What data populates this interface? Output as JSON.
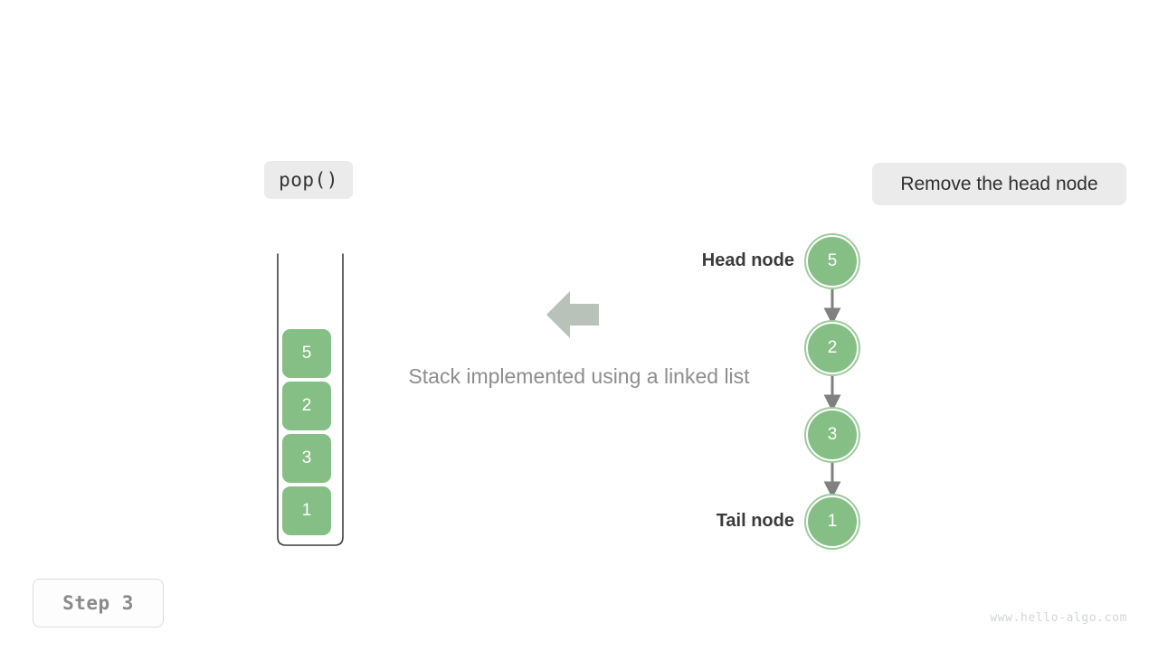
{
  "operation_badge": {
    "label": "pop()"
  },
  "action_badge": {
    "label": "Remove the head node"
  },
  "step_badge": {
    "label": "Step 3"
  },
  "caption": {
    "text": "Stack implemented using a linked list"
  },
  "watermark": {
    "text": "www.hello-algo.com"
  },
  "stack": {
    "cells": [
      {
        "value": "5"
      },
      {
        "value": "2"
      },
      {
        "value": "3"
      },
      {
        "value": "1"
      }
    ]
  },
  "linked_list": {
    "head_label": "Head node",
    "tail_label": "Tail node",
    "nodes": [
      {
        "value": "5"
      },
      {
        "value": "2"
      },
      {
        "value": "3"
      },
      {
        "value": "1"
      }
    ]
  },
  "colors": {
    "node_fill": "#85bf85",
    "node_ring": "#9ecb9e",
    "badge_bg": "#ebebeb",
    "arrow_gray": "#808080",
    "flow_arrow": "#b9c2b9",
    "caption_text": "#8d8d8d",
    "label_text": "#3a3a3a",
    "watermark_text": "#d2d7d2"
  }
}
